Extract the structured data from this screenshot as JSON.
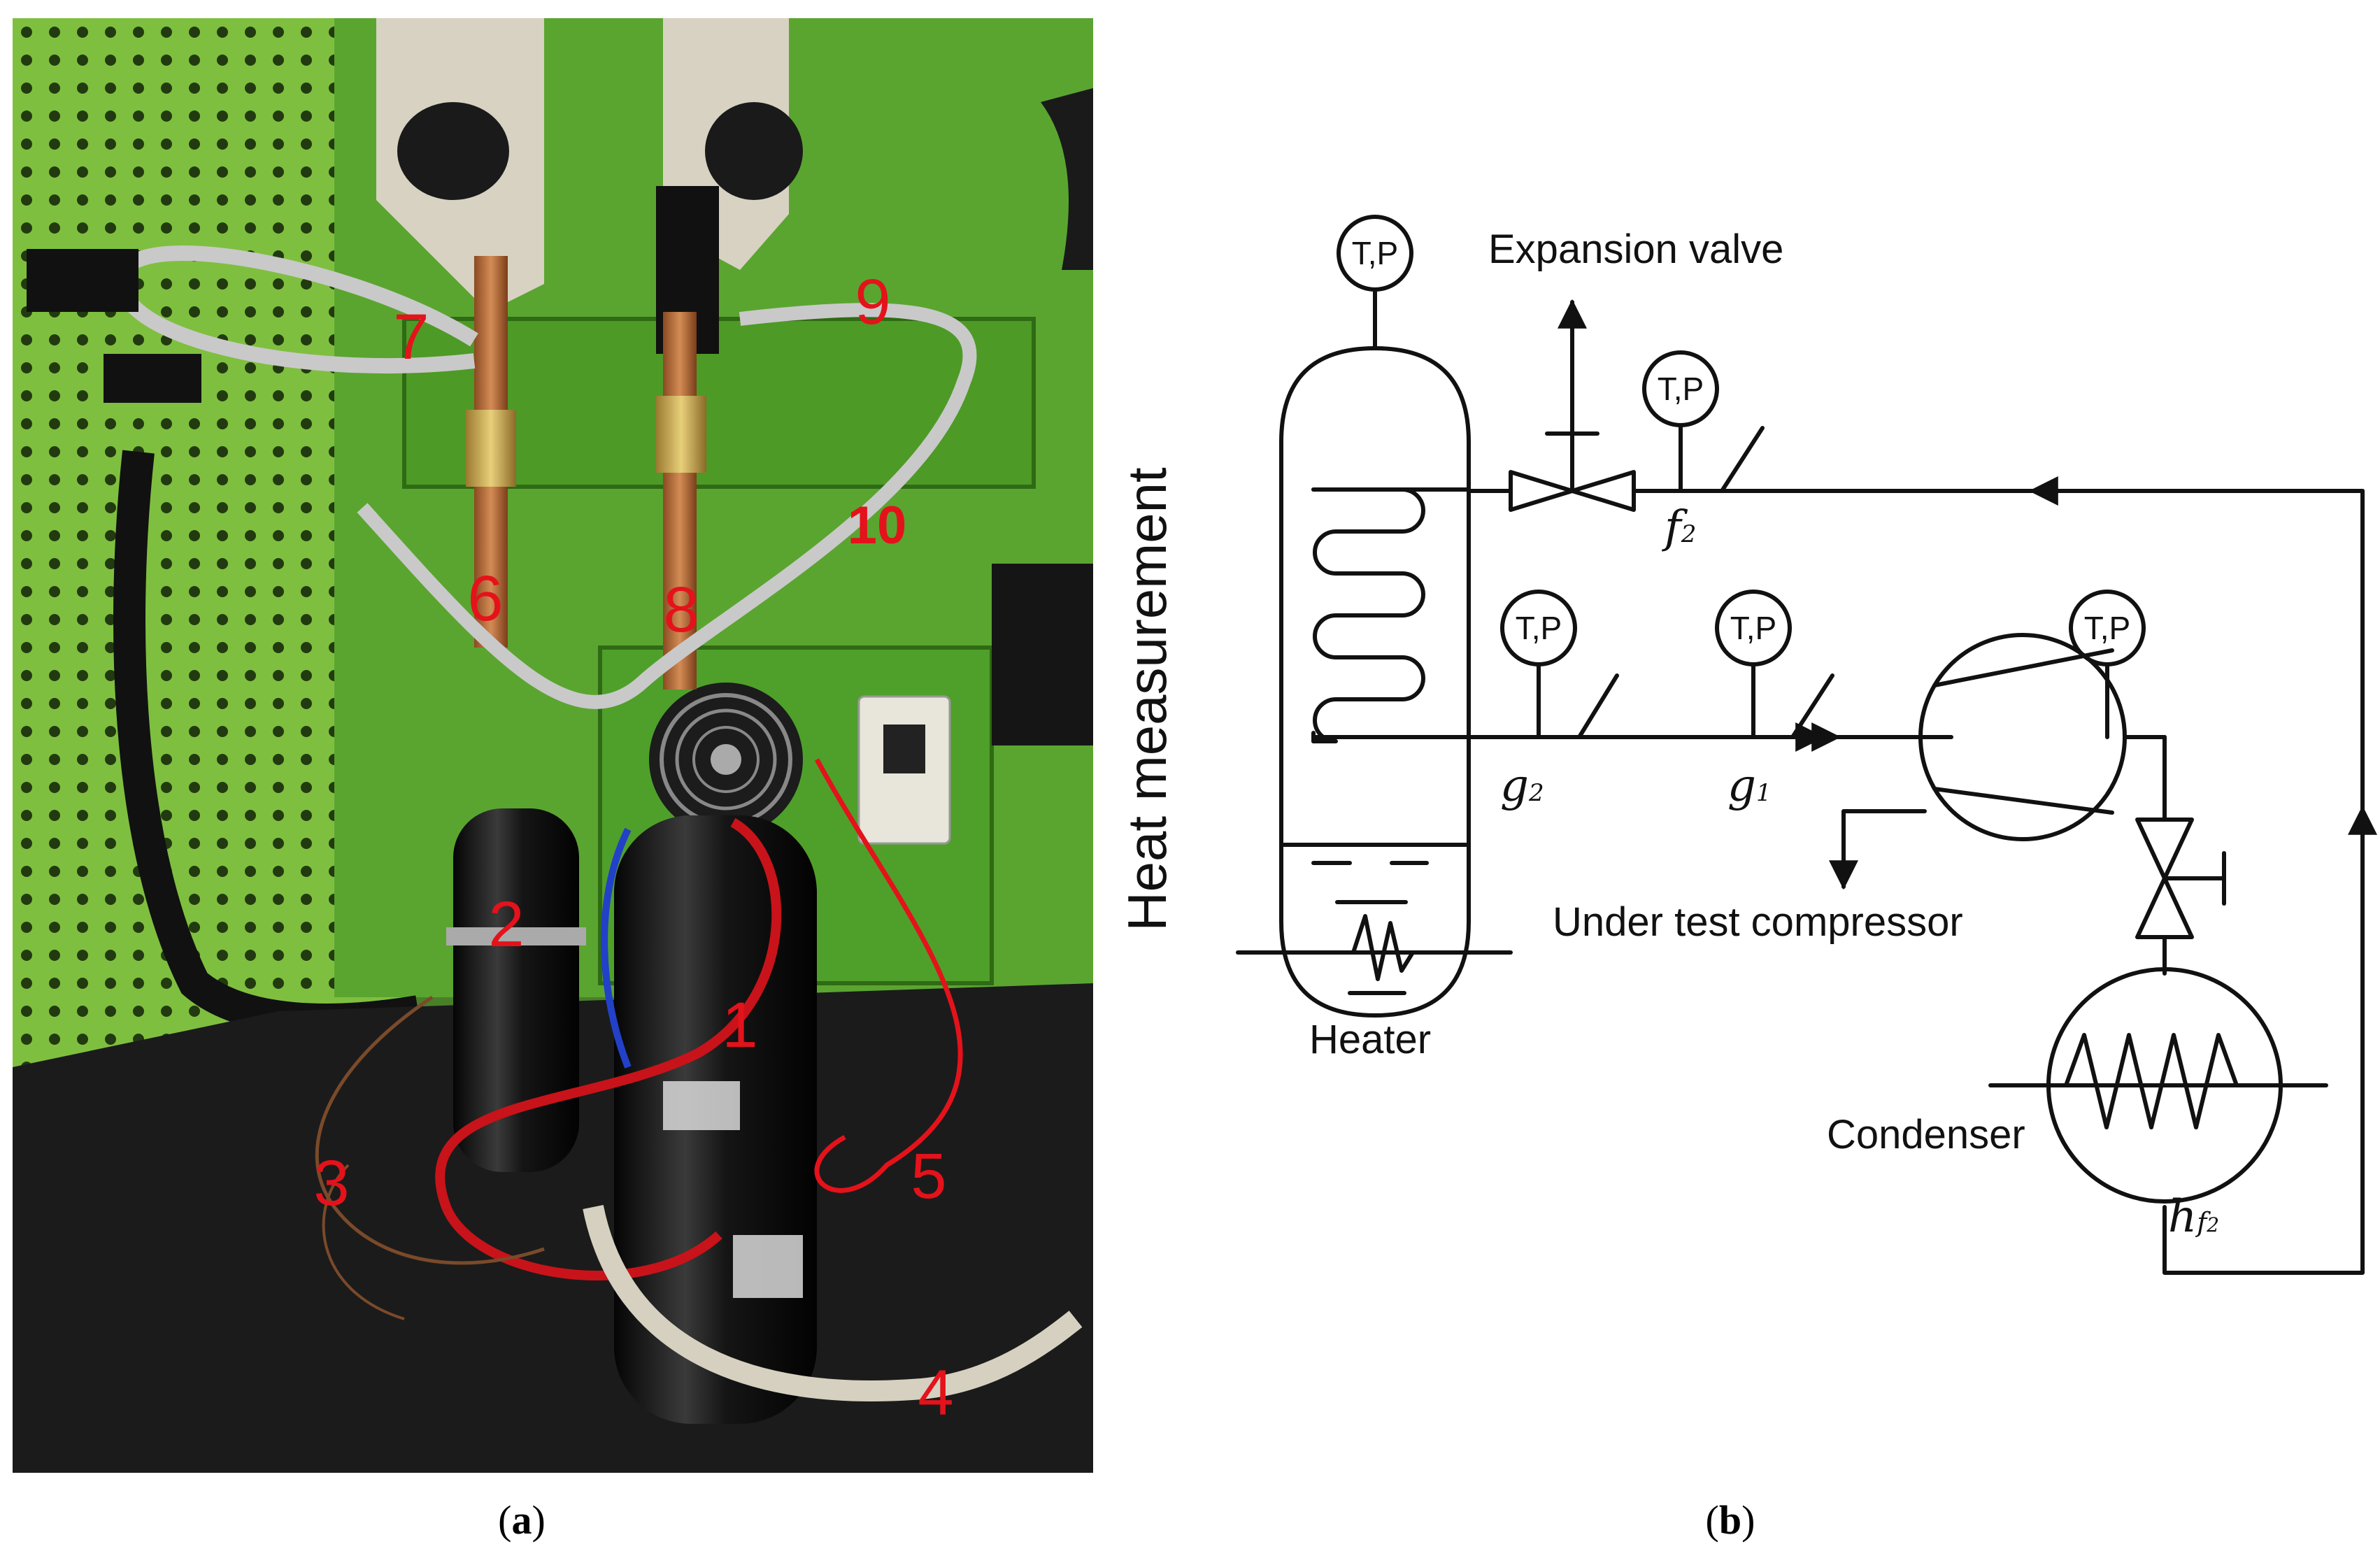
{
  "panel_a": {
    "caption_open": "(",
    "caption_letter": "a",
    "caption_close": ")",
    "labels": [
      {
        "id": "1",
        "text": "1"
      },
      {
        "id": "2",
        "text": "2"
      },
      {
        "id": "3",
        "text": "3"
      },
      {
        "id": "4",
        "text": "4"
      },
      {
        "id": "5",
        "text": "5"
      },
      {
        "id": "6",
        "text": "6"
      },
      {
        "id": "7",
        "text": "7"
      },
      {
        "id": "8",
        "text": "8"
      },
      {
        "id": "9",
        "text": "9"
      },
      {
        "id": "10",
        "text": "10"
      }
    ],
    "colors": {
      "label": "#e4121b",
      "panel_green": "#58a22e",
      "compressor": "#0d0d0d",
      "floor": "#1b1b1b"
    }
  },
  "panel_b": {
    "caption_open": "(",
    "caption_letter": "b",
    "caption_close": ")",
    "heat_measurement": "Heat measurement",
    "expansion_valve": "Expansion valve",
    "under_test_compressor": "Under test compressor",
    "heater": "Heater",
    "condenser": "Condenser",
    "tp_gauge": "T,P",
    "f2": {
      "base": "f",
      "sub": "2"
    },
    "g2": {
      "base": "g",
      "sub": "2"
    },
    "g1": {
      "base": "g",
      "sub": "1"
    },
    "hf2": {
      "base": "h",
      "sub1": "f",
      "sub2": "2"
    }
  }
}
